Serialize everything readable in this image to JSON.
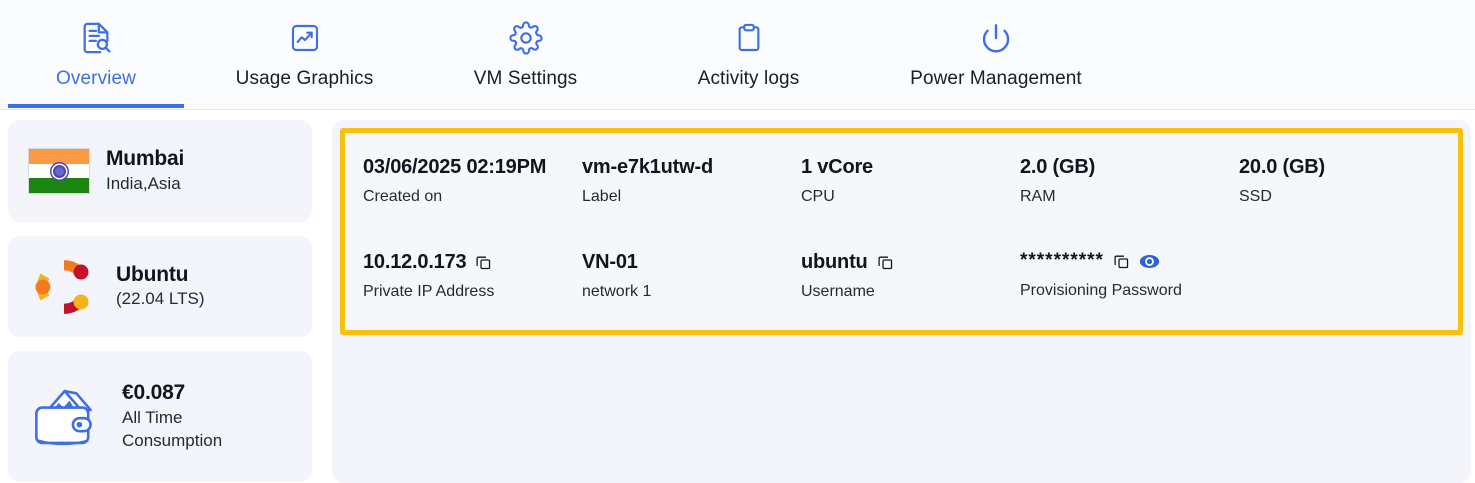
{
  "tabs": [
    {
      "label": "Overview",
      "icon": "document-search-icon",
      "active": true
    },
    {
      "label": "Usage Graphics",
      "icon": "chart-trend-icon",
      "active": false
    },
    {
      "label": "VM Settings",
      "icon": "gear-icon",
      "active": false
    },
    {
      "label": "Activity logs",
      "icon": "clipboard-icon",
      "active": false
    },
    {
      "label": "Power Management",
      "icon": "power-icon",
      "active": false
    }
  ],
  "sidebar": {
    "region": {
      "icon": "india-flag-icon",
      "title": "Mumbai",
      "subtitle": "India,Asia"
    },
    "os": {
      "icon": "ubuntu-logo-icon",
      "title": "Ubuntu",
      "subtitle": "(22.04 LTS)"
    },
    "cost": {
      "icon": "wallet-icon",
      "amount": "€0.087",
      "line1": "All Time",
      "line2": "Consumption"
    }
  },
  "info": {
    "row1": [
      {
        "value": "03/06/2025 02:19PM",
        "label": "Created on"
      },
      {
        "value": "vm-e7k1utw-d",
        "label": "Label"
      },
      {
        "value": "1 vCore",
        "label": "CPU"
      },
      {
        "value": "2.0 (GB)",
        "label": "RAM"
      },
      {
        "value": "20.0 (GB)",
        "label": "SSD"
      }
    ],
    "row2": [
      {
        "value": "10.12.0.173",
        "label": "Private IP Address",
        "copy": true,
        "eye": false
      },
      {
        "value": "VN-01",
        "label": "network 1",
        "copy": false,
        "eye": false
      },
      {
        "value": "ubuntu",
        "label": "Username",
        "copy": true,
        "eye": false
      },
      {
        "value": "**********",
        "label": "Provisioning Password",
        "copy": true,
        "eye": true
      }
    ]
  },
  "colors": {
    "accent_blue": "#3f6fe4",
    "highlight_border": "#f9c10e",
    "panel_bg": "#f3f5fa"
  }
}
